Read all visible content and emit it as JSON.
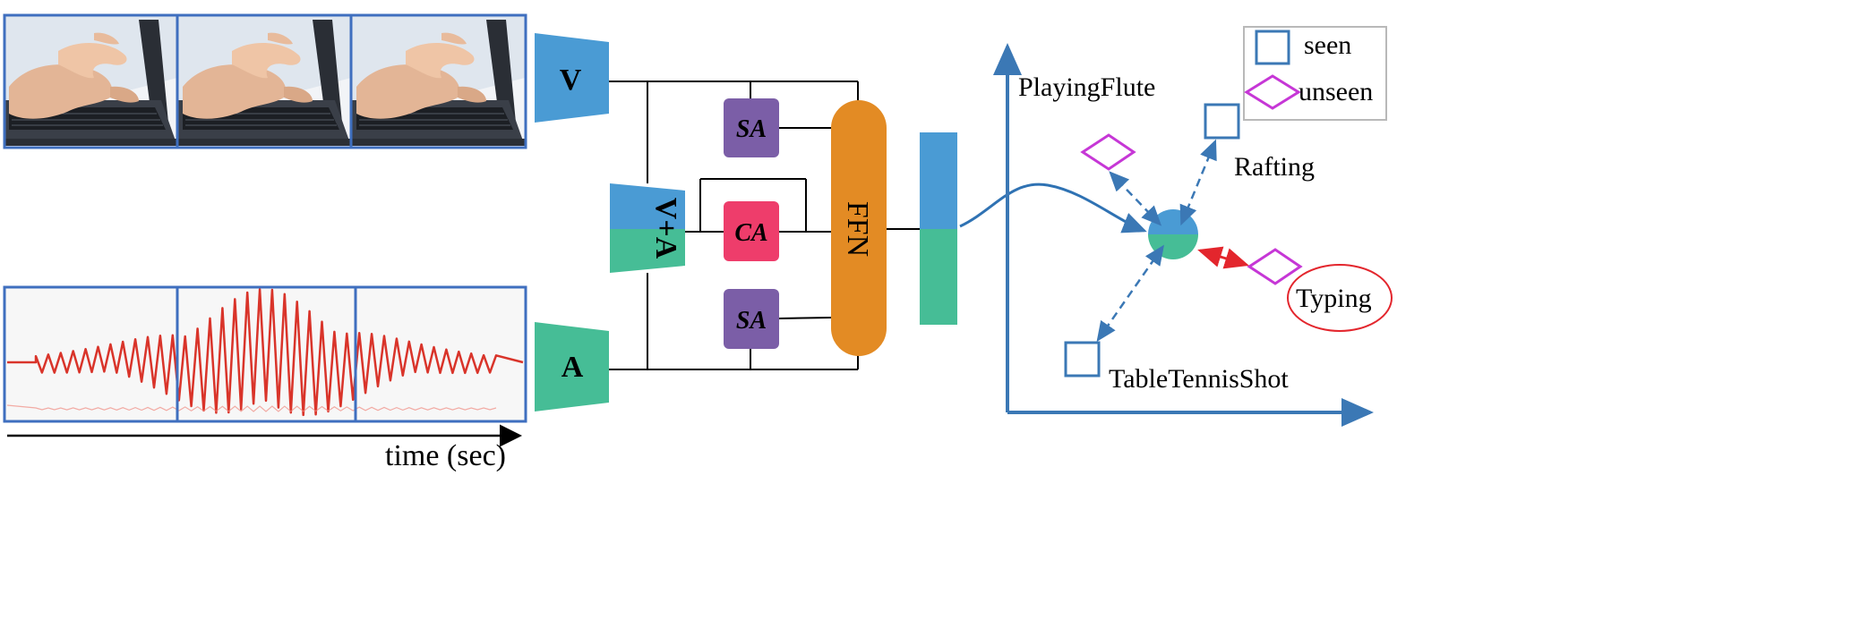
{
  "encoders": {
    "video": "V",
    "audio": "A",
    "joint": "V+A"
  },
  "blocks": {
    "sa_top": "SA",
    "ca": "CA",
    "sa_bottom": "SA",
    "ffn": "FFN"
  },
  "time_axis": {
    "label": "time (sec)"
  },
  "legend": {
    "seen": "seen",
    "unseen": "unseen"
  },
  "classes": {
    "playing_flute": "PlayingFlute",
    "rafting": "Rafting",
    "typing": "Typing",
    "table_tennis": "TableTennisShot"
  },
  "colors": {
    "video": "#4a9bd4",
    "audio": "#46bd96",
    "sa": "#7b5ea7",
    "ca": "#ee3d6b",
    "ffn": "#e38b24",
    "axis": "#3b78b5",
    "seen_box": "#3b78b5",
    "unseen_diamond": "#c637d6",
    "highlight": "#e3262d",
    "frame_border": "#3f6fbf"
  }
}
